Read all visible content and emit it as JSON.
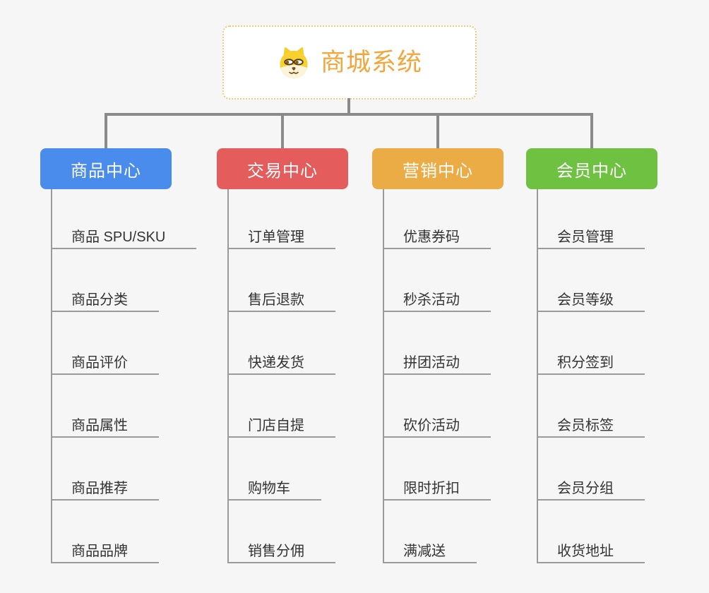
{
  "root": {
    "title": "商城系统",
    "icon": "shiba-dog-icon",
    "title_color": "#F1A73D",
    "border_color": "#F3C87A",
    "background": "#FFFFFF"
  },
  "connectors": {
    "trunk_color": "#8A8A8A",
    "child_line_color": "#9B9B9B"
  },
  "page_background": "#F5F6F5",
  "branches": [
    {
      "label": "商品中心",
      "color": "#4A8CEC",
      "children": [
        "商品 SPU/SKU",
        "商品分类",
        "商品评价",
        "商品属性",
        "商品推荐",
        "商品品牌"
      ]
    },
    {
      "label": "交易中心",
      "color": "#E45C5C",
      "children": [
        "订单管理",
        "售后退款",
        "快递发货",
        "门店自提",
        "购物车",
        "销售分佣"
      ]
    },
    {
      "label": "营销中心",
      "color": "#EBAB45",
      "children": [
        "优惠券码",
        "秒杀活动",
        "拼团活动",
        "砍价活动",
        "限时折扣",
        "满减送"
      ]
    },
    {
      "label": "会员中心",
      "color": "#6FC142",
      "children": [
        "会员管理",
        "会员等级",
        "积分签到",
        "会员标签",
        "会员分组",
        "收货地址"
      ]
    }
  ]
}
